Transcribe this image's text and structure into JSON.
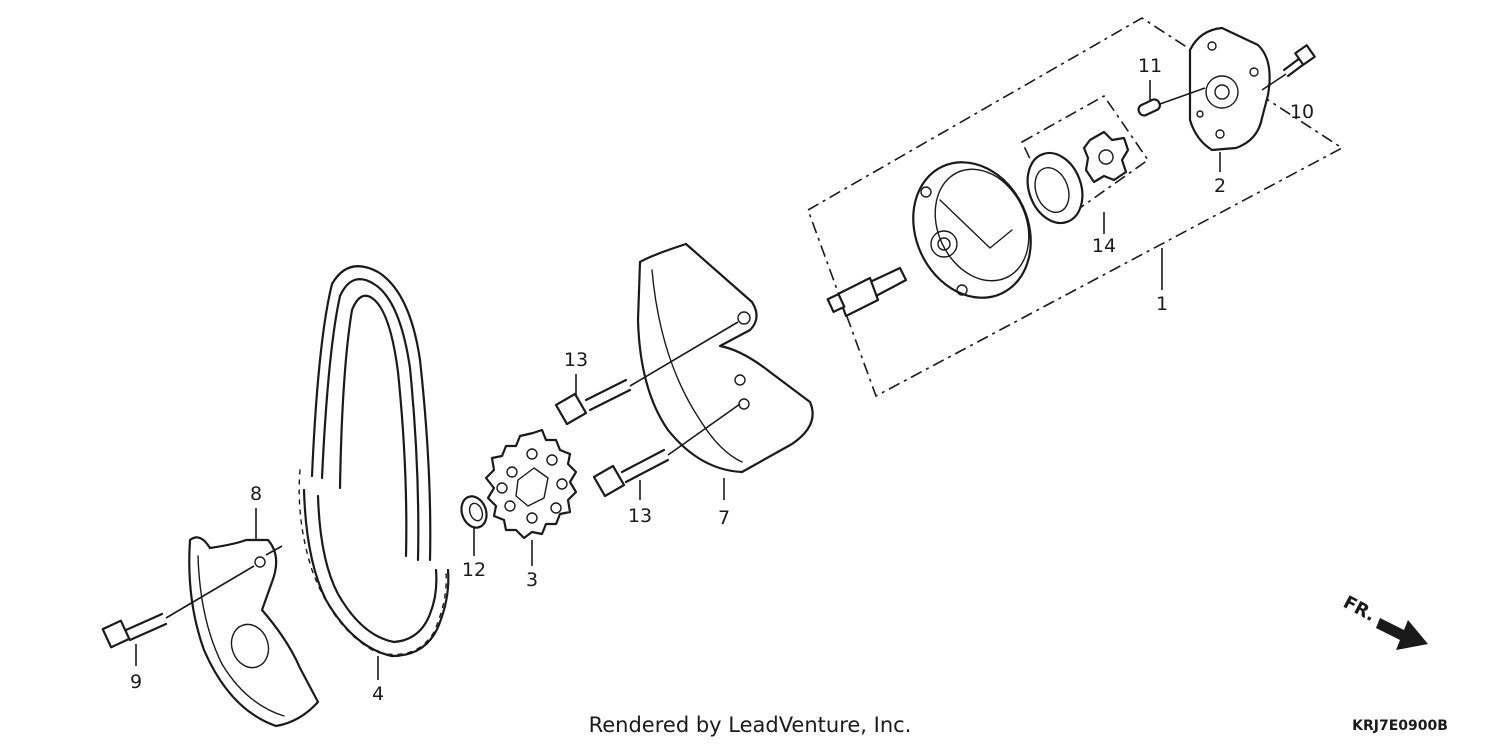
{
  "labels": {
    "p1": "1",
    "p2": "2",
    "p3": "3",
    "p4": "4",
    "p7": "7",
    "p8": "8",
    "p9": "9",
    "p10": "10",
    "p11": "11",
    "p12": "12",
    "p13a": "13",
    "p13b": "13",
    "p14": "14"
  },
  "footer": {
    "credit": "Rendered by LeadVenture, Inc.",
    "code": "KRJ7E0900B"
  },
  "direction": {
    "text": "FR.",
    "icon": "arrow-icon"
  }
}
